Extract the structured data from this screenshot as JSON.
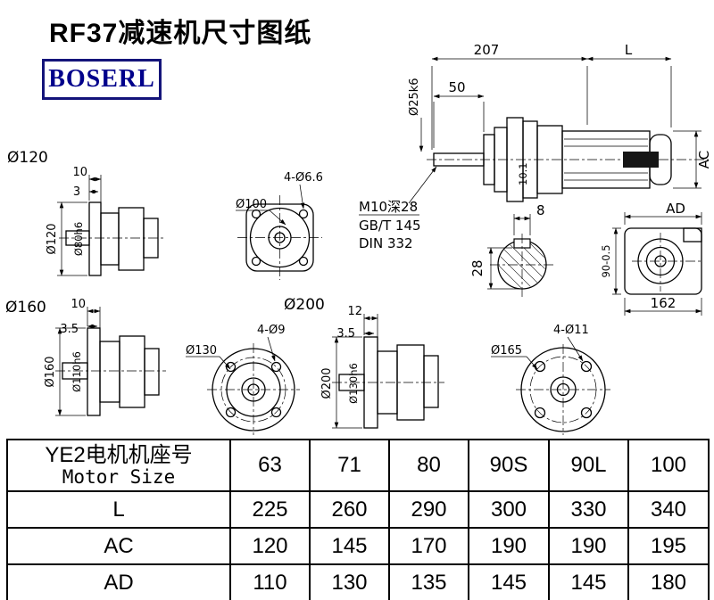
{
  "page": {
    "title": "RF37减速机尺寸图纸",
    "logo_text": "BOSERL"
  },
  "main_view": {
    "dim_207": "207",
    "dim_L": "L",
    "dim_50": "50",
    "shaft_dia": "Ø25k6",
    "dim_AC": "AC",
    "dim_10_1": "10.1",
    "thread_note_line1": "M10深28",
    "thread_note_line2": "GB/T 145",
    "thread_note_line3": "DIN 332"
  },
  "keyway_view": {
    "dim_8": "8",
    "dim_28": "28"
  },
  "ad_view": {
    "dim_AD": "AD",
    "dim_90": "90-0.5",
    "dim_162": "162"
  },
  "flange120_view": {
    "title": "Ø120",
    "dim_10": "10",
    "dim_3": "3",
    "dia_120": "Ø120",
    "dia_80": "Ø80h6"
  },
  "flange100_view": {
    "holes": "4-Ø6.6",
    "dia_100": "Ø100"
  },
  "flange160_view": {
    "title": "Ø160",
    "dim_10": "10",
    "dim_3_5": "3.5",
    "dia_160": "Ø160",
    "dia_110": "Ø110h6"
  },
  "flange130_view": {
    "dia_130": "Ø130",
    "holes": "4-Ø9"
  },
  "flange200_view": {
    "title": "Ø200",
    "dim_12": "12",
    "dim_3_5": "3.5",
    "dia_200": "Ø200",
    "dia_130": "Ø130h6"
  },
  "flange165_view": {
    "dia_165": "Ø165",
    "holes": "4-Ø11"
  },
  "table": {
    "header_cn": "YE2电机机座号",
    "header_en": "Motor Size",
    "sizes": [
      "63",
      "71",
      "80",
      "90S",
      "90L",
      "100"
    ],
    "rows": [
      {
        "label": "L",
        "values": [
          "225",
          "260",
          "290",
          "300",
          "330",
          "340"
        ]
      },
      {
        "label": "AC",
        "values": [
          "120",
          "145",
          "170",
          "190",
          "190",
          "195"
        ]
      },
      {
        "label": "AD",
        "values": [
          "110",
          "130",
          "135",
          "145",
          "145",
          "180"
        ]
      }
    ]
  }
}
